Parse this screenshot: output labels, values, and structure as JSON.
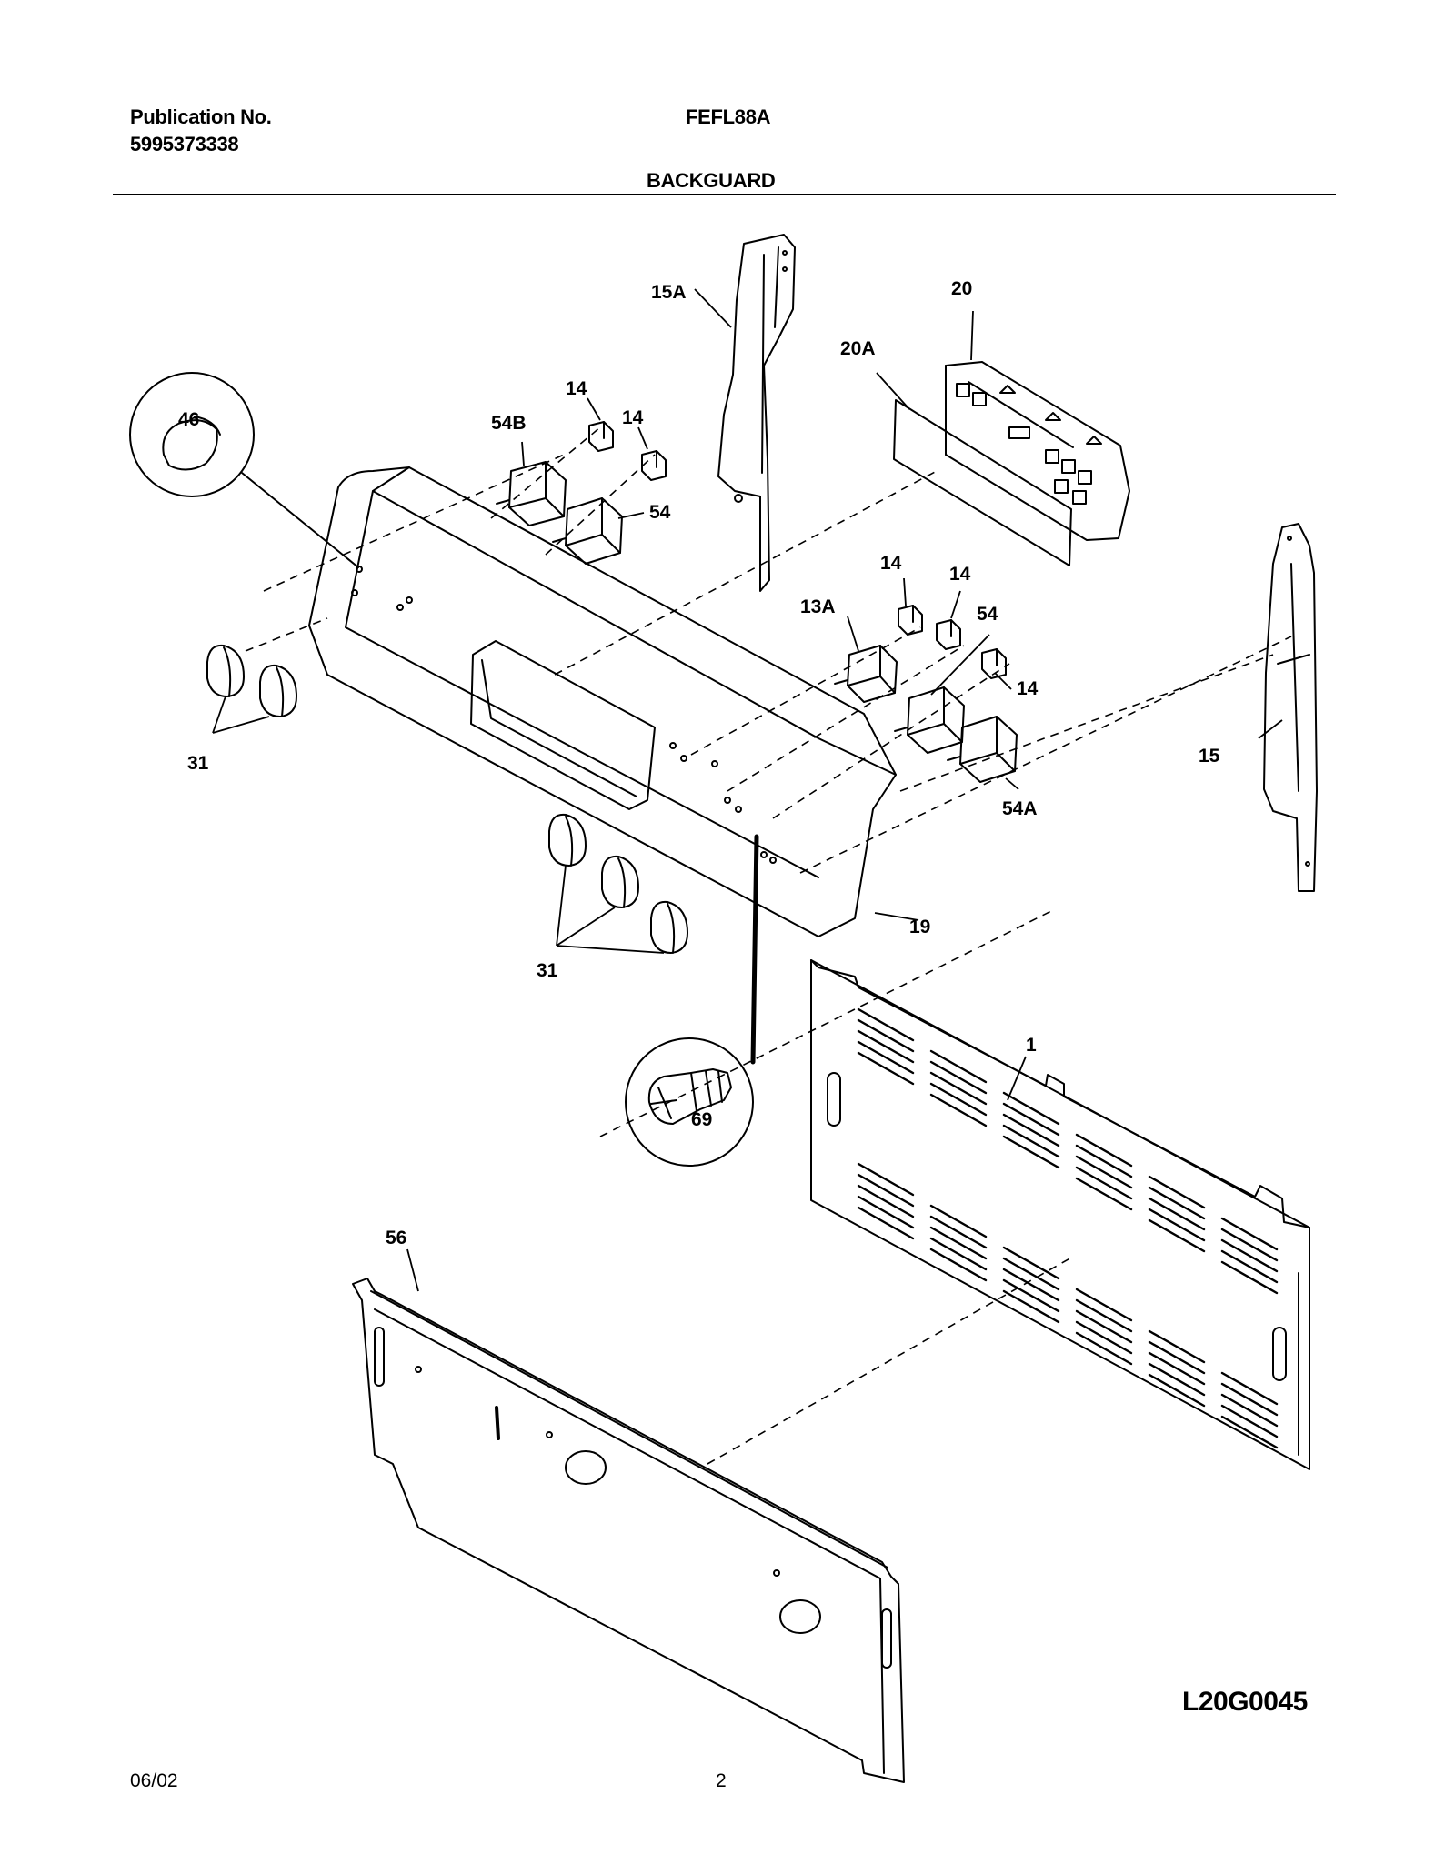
{
  "header": {
    "publication_label": "Publication No.",
    "publication_number": "5995373338",
    "model": "FEFL88A",
    "section_title": "BACKGUARD"
  },
  "callouts": {
    "c15A": "15A",
    "c20": "20",
    "c20A": "20A",
    "c14a": "14",
    "c14b": "14",
    "c46": "46",
    "c54B": "54B",
    "c54a": "54",
    "c14c": "14",
    "c14d": "14",
    "c13A": "13A",
    "c54b": "54",
    "c14e": "14",
    "c15": "15",
    "c31a": "31",
    "c54A": "54A",
    "c19": "19",
    "c31b": "31",
    "c1": "1",
    "c69": "69",
    "c56": "56"
  },
  "footer": {
    "drawing_code": "L20G0045",
    "date": "06/02",
    "page": "2"
  }
}
